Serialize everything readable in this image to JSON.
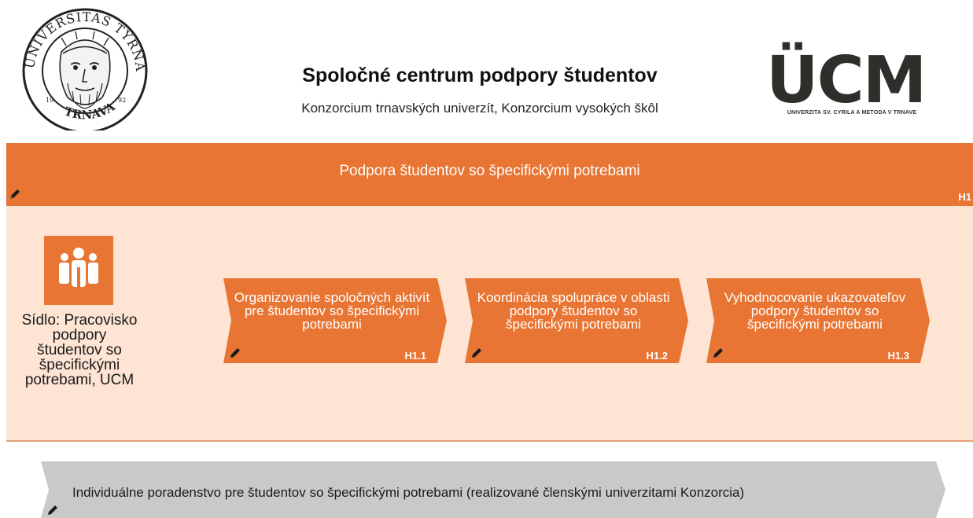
{
  "header": {
    "title": "Spoločné centrum podpory študentov",
    "subtitle": "Konzorcium trnavských univerzít, Konzorcium vysokých škôl",
    "logo_left": {
      "ring_top_text": "UNIVERSITAS TYRNAVIENSIS",
      "ring_bottom_text": "TRNAVA",
      "year_left": "19",
      "year_right": "92"
    },
    "logo_right": {
      "wordmark": "ÜCM",
      "caption": "UNIVERZITA SV. CYRILA A METODA V TRNAVE"
    }
  },
  "banner": {
    "title": "Podpora študentov so špecifickými potrebami",
    "code": "H1"
  },
  "panel": {
    "seat_label": "Sídlo: Pracovisko podpory študentov so špecifickými potrebami, UCM",
    "steps": [
      {
        "label": "Organizovanie spoločných aktivít pre študentov so špecifickými potrebami",
        "code": "H1.1"
      },
      {
        "label": "Koordinácia spolupráce v oblasti podpory študentov so špecifickými potrebami",
        "code": "H1.2"
      },
      {
        "label": "Vyhodnocovanie ukazovateľov podpory študentov so špecifickými potrebami",
        "code": "H1.3"
      }
    ]
  },
  "footer": {
    "label": "Individuálne poradenstvo pre študentov so špecifickými potrebami (realizované členskými univerzitami Konzorcia)"
  },
  "colors": {
    "orange": "#e87533",
    "light_orange": "#fde4d3",
    "gray": "#c9c9c9",
    "ucm_dark": "#2e2e2a"
  },
  "icons": [
    "university-seal-icon",
    "people-group-icon",
    "pencil-icon"
  ]
}
